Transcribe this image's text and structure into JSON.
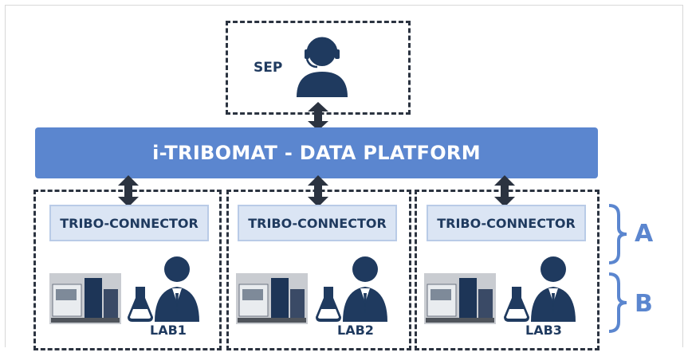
{
  "sep": {
    "label": "SEP"
  },
  "platform": {
    "label": "i-TRIBOMAT - DATA PLATFORM"
  },
  "connectors": [
    {
      "label": "TRIBO-CONNECTOR"
    },
    {
      "label": "TRIBO-CONNECTOR"
    },
    {
      "label": "TRIBO-CONNECTOR"
    }
  ],
  "labs": [
    {
      "label": "LAB1"
    },
    {
      "label": "LAB2"
    },
    {
      "label": "LAB3"
    }
  ],
  "braces": {
    "a": "A",
    "b": "B"
  },
  "colors": {
    "accent": "#5b86cf",
    "dark_navy": "#1f3a5f",
    "connector_fill": "#dbe5f4",
    "dash": "#2b3340"
  },
  "icons": [
    "headset-person-icon",
    "scientist-icon",
    "flask-icon",
    "tribometer-equipment-image",
    "double-arrow-icon"
  ]
}
